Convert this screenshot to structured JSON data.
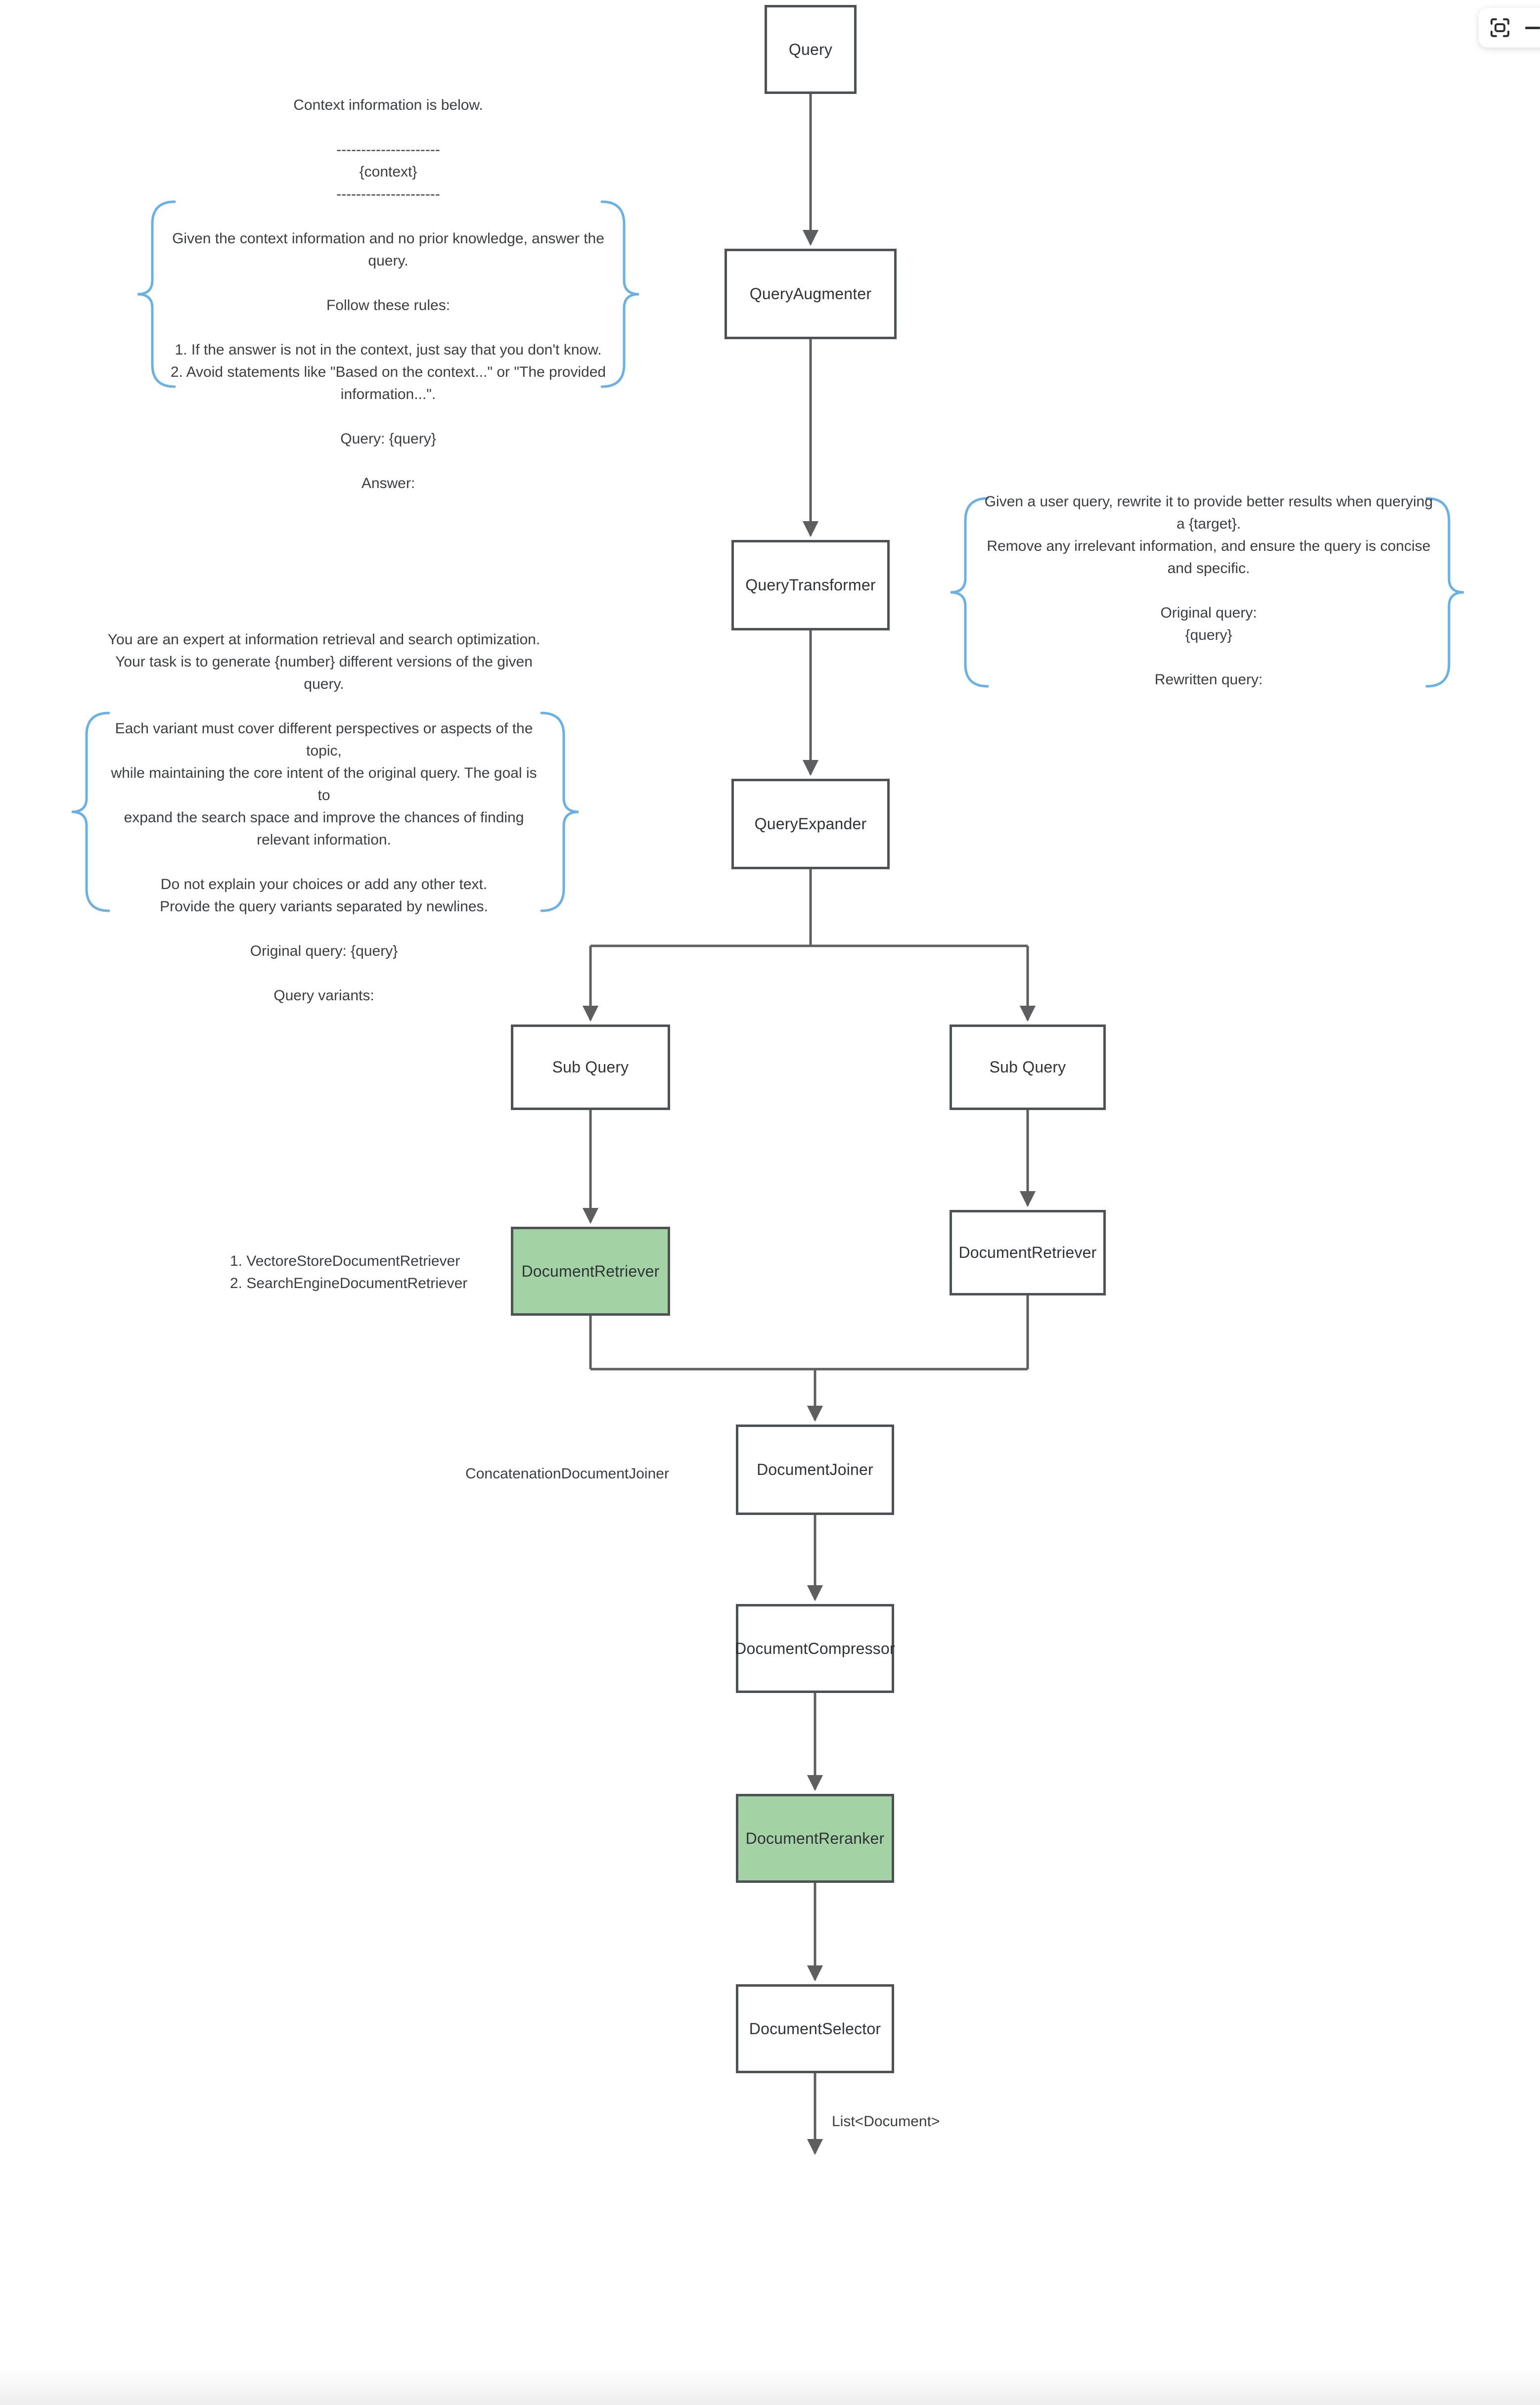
{
  "colors": {
    "node_border": "#4f5255",
    "node_green_fill": "#a3d2a4",
    "edge_gray": "#5c5e60",
    "brace_blue": "#69b1e4",
    "text_dark": "#3b3e41",
    "background": "#ffffff"
  },
  "toolbar": {
    "icons": {
      "fit_view": "scan-frame-icon",
      "zoom_out": "minus-icon"
    }
  },
  "nodes": {
    "query": {
      "label": "Query"
    },
    "query_augmenter": {
      "label": "QueryAugmenter"
    },
    "query_transformer": {
      "label": "QueryTransformer"
    },
    "query_expander": {
      "label": "QueryExpander"
    },
    "sub_query_left": {
      "label": "Sub Query"
    },
    "sub_query_right": {
      "label": "Sub Query"
    },
    "doc_retriever_left": {
      "label": "DocumentRetriever",
      "highlight": "green"
    },
    "doc_retriever_right": {
      "label": "DocumentRetriever"
    },
    "doc_joiner": {
      "label": "DocumentJoiner"
    },
    "doc_compressor": {
      "label": "DocumentCompressor"
    },
    "doc_reranker": {
      "label": "DocumentReranker",
      "highlight": "green"
    },
    "doc_selector": {
      "label": "DocumentSelector"
    }
  },
  "annotations": {
    "augmenter_prompt": {
      "lines": [
        "Context information is below.",
        "",
        "---------------------",
        "{context}",
        "---------------------",
        "",
        "Given the context information and no prior knowledge, answer the",
        "query.",
        "",
        "Follow these rules:",
        "",
        "1. If the answer is not in the context, just say that you don't know.",
        "2. Avoid statements like \"Based on the context...\" or \"The provided",
        "information...\".",
        "",
        "Query: {query}",
        "",
        "Answer:"
      ]
    },
    "transformer_prompt": {
      "lines": [
        "Given a user query, rewrite it to provide better results when querying",
        "a {target}.",
        "Remove any irrelevant information, and ensure the query is concise",
        "and specific.",
        "",
        "Original query:",
        "{query}",
        "",
        "Rewritten query:"
      ]
    },
    "expander_prompt": {
      "lines": [
        "You are an expert at information retrieval and search optimization.",
        "Your task is to generate {number} different versions of the given",
        "query.",
        "",
        "Each variant must cover different perspectives or aspects of the",
        "topic,",
        "while maintaining the core intent of the original query. The goal is",
        "to",
        "expand the search space and improve the chances of finding",
        "relevant information.",
        "",
        "Do not explain your choices or add any other text.",
        "Provide the query variants separated by newlines.",
        "",
        "Original query: {query}",
        "",
        "Query variants:"
      ]
    },
    "retriever_list": {
      "lines": [
        "1. VectoreStoreDocumentRetriever",
        "2. SearchEngineDocumentRetriever"
      ]
    },
    "joiner_label": "ConcatenationDocumentJoiner",
    "output_label": "List<Document>"
  }
}
